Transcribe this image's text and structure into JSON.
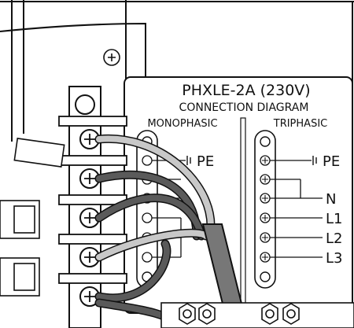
{
  "panel": {
    "model": "PHXLE-2A (230V)",
    "subtitle": "CONNECTION DIAGRAM",
    "mono_label": "MONOPHASIC",
    "tri_label": "TRIPHASIC"
  },
  "mono_terminals": {
    "pe": "PE"
  },
  "tri_terminals": {
    "pe": "PE",
    "n": "N",
    "l1": "L1",
    "l2": "L2",
    "l3": "L3"
  },
  "icons": [
    "screw-icon",
    "ground-symbol-icon",
    "terminal-screw-icon",
    "hex-bolt-icon"
  ],
  "colors": {
    "line": "#111111",
    "wire_dark": "#5a5a5a",
    "wire_light": "#c8c8c8",
    "background": "#ffffff"
  }
}
